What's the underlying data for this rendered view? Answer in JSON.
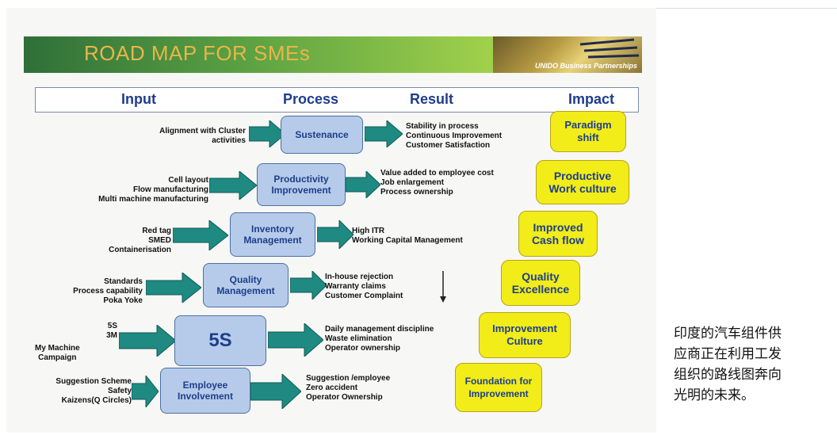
{
  "banner": {
    "title": "ROAD MAP FOR SMEs",
    "logo_text": "UNIDO Business Partnerships"
  },
  "headers": {
    "input": "Input",
    "process": "Process",
    "result": "Result",
    "impact": "Impact"
  },
  "rows": [
    {
      "inputs": [
        "Alignment  with Cluster",
        "activities"
      ],
      "process": "Sustenance",
      "results": [
        "Stability in process",
        "Continuous Improvement",
        "Customer Satisfaction"
      ],
      "impact": [
        "Paradigm",
        "shift"
      ]
    },
    {
      "inputs": [
        "Cell layout",
        "Flow manufacturing",
        "Multi machine manufacturing"
      ],
      "process": [
        "Productivity",
        "Improvement"
      ],
      "results": [
        "Value added to employee cost",
        "Job enlargement",
        "Process ownership"
      ],
      "impact": [
        "Productive",
        "Work culture"
      ]
    },
    {
      "inputs": [
        "Red tag",
        "SMED",
        "Containerisation"
      ],
      "process": [
        "Inventory",
        "Management"
      ],
      "results": [
        "High  ITR",
        "Working Capital Management"
      ],
      "impact": [
        "Improved",
        "Cash flow"
      ]
    },
    {
      "inputs": [
        "Standards",
        "Process capability",
        "Poka Yoke"
      ],
      "process": [
        "Quality",
        "Management"
      ],
      "results": [
        "In-house rejection",
        "Warranty claims",
        "Customer Complaint"
      ],
      "impact": [
        "Quality",
        "Excellence"
      ]
    },
    {
      "inputs": [
        "5S",
        "3M",
        "My Machine",
        "Campaign"
      ],
      "process": "5S",
      "results": [
        "Daily management discipline",
        "Waste elimination",
        "Operator ownership"
      ],
      "impact": [
        "Improvement",
        "Culture"
      ]
    },
    {
      "inputs": [
        "Suggestion Scheme",
        "Safety",
        "Kaizens(Q Circles)"
      ],
      "process": [
        "Employee",
        "Involvement"
      ],
      "results": [
        "Suggestion /employee",
        "Zero accident",
        "Operator Ownership"
      ],
      "impact": [
        "Foundation for",
        "Improvement"
      ]
    }
  ],
  "caption": [
    "印度的汽车组件供",
    "应商正在利用工发",
    "组织的路线图奔向",
    "光明的未来。"
  ]
}
